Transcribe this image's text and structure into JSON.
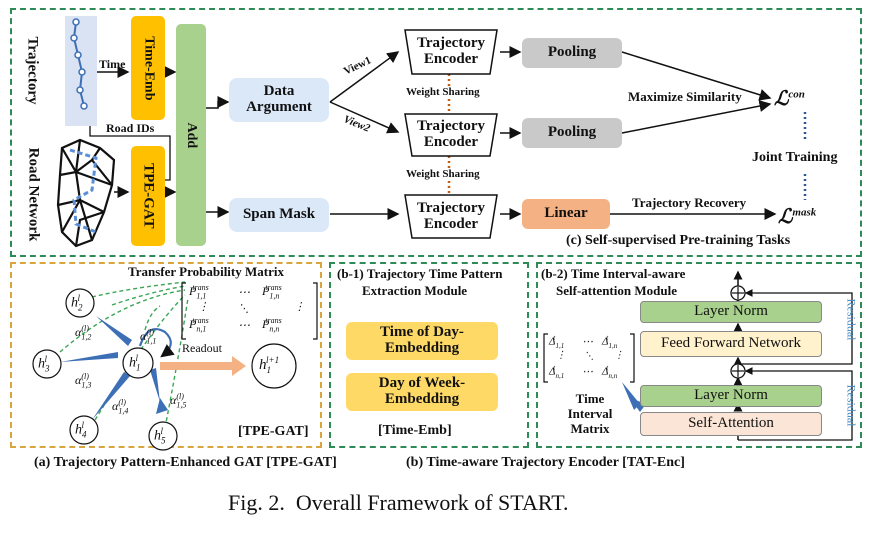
{
  "top": {
    "trajectory_label": "Trajectory",
    "road_network_label": "Road Network",
    "time_label": "Time",
    "road_ids_label": "Road IDs",
    "time_emb": "Time-Emb",
    "tpe_gat": "TPE-GAT",
    "add": "Add",
    "data_argument": "Data Argument",
    "view1": "View1",
    "view2": "View2",
    "span_mask": "Span Mask",
    "encoder": "Trajectory Encoder",
    "weight_sharing": "Weight Sharing",
    "pooling": "Pooling",
    "linear": "Linear",
    "maximize_similarity": "Maximize Similarity",
    "joint_training": "Joint Training",
    "trajectory_recovery": "Trajectory Recovery",
    "loss_con_symbol": "ℒ",
    "loss_con_sup": "con",
    "loss_mask_symbol": "ℒ",
    "loss_mask_sup": "mask",
    "caption_c": "(c) Self-supervised Pre-training Tasks"
  },
  "panel_a": {
    "title": "Transfer Probability Matrix",
    "readout": "Readout",
    "tag": "[TPE-GAT]",
    "caption": "(a) Trajectory Pattern-Enhanced GAT [TPE-GAT]",
    "matrix": {
      "p": "P",
      "trans": "trans",
      "i11": "1,1",
      "i1n": "1,n",
      "in1": "n,1",
      "inn": "n,n",
      "cdots": "⋯",
      "vdots": "⋮",
      "ddots": "⋱"
    },
    "nodes": [
      {
        "base": "h",
        "sub": "2",
        "sup": "l"
      },
      {
        "base": "h",
        "sub": "3",
        "sup": "l"
      },
      {
        "base": "h",
        "sub": "1",
        "sup": "l"
      },
      {
        "base": "h",
        "sub": "4",
        "sup": "l"
      },
      {
        "base": "h",
        "sub": "5",
        "sup": "l"
      },
      {
        "base": "h",
        "sub": "1",
        "sup": "l+1"
      }
    ],
    "alphas": [
      {
        "base": "α",
        "sub": "1,2",
        "sup": "(l)"
      },
      {
        "base": "α",
        "sub": "1,1",
        "sup": "(l)"
      },
      {
        "base": "α",
        "sub": "1,3",
        "sup": "(l)"
      },
      {
        "base": "α",
        "sub": "1,4",
        "sup": "(l)"
      },
      {
        "base": "α",
        "sub": "1,5",
        "sup": "(l)"
      }
    ]
  },
  "panel_b1": {
    "title_line1": "(b-1) Trajectory Time Pattern",
    "title_line2": "Extraction Module",
    "box1_line1": "Time of Day-",
    "box1_line2": "Embedding",
    "box2_line1": "Day of Week-",
    "box2_line2": "Embedding",
    "tag": "[Time-Emb]"
  },
  "panel_b2": {
    "title_line1": "(b-2) Time Interval-aware",
    "title_line2": "Self-attention Module",
    "layer_norm_top": "Layer Norm",
    "ffn": "Feed Forward Network",
    "layer_norm_bottom": "Layer Norm",
    "self_attention": "Self-Attention",
    "residual_top": "Residual",
    "residual_bottom": "Residual",
    "plus": "⊕",
    "matrix_label_line1": "Time",
    "matrix_label_line2": "Interval",
    "matrix_label_line3": "Matrix",
    "delta": "Δ",
    "tsup": "t",
    "i11": "1,1",
    "i1n": "1,n",
    "in1": "n,1",
    "inn": "n,n",
    "cdots": "⋯",
    "vdots": "⋮",
    "ddots": "⋱"
  },
  "caption_b": "(b) Time-aware Trajectory Encoder [TAT-Enc]",
  "figure_caption": "Fig. 2.  Overall Framework of START.",
  "colors": {
    "orange": "#ffc000",
    "green": "#a9d18e",
    "blue_box": "#dae8f8",
    "gray": "#c9c9c9",
    "salmon": "#f4b183",
    "yellow_box": "#ffd966",
    "teal_dash": "#2e8b57",
    "orange_dash": "#d9a53f",
    "residual_text": "#4a8ec4"
  }
}
